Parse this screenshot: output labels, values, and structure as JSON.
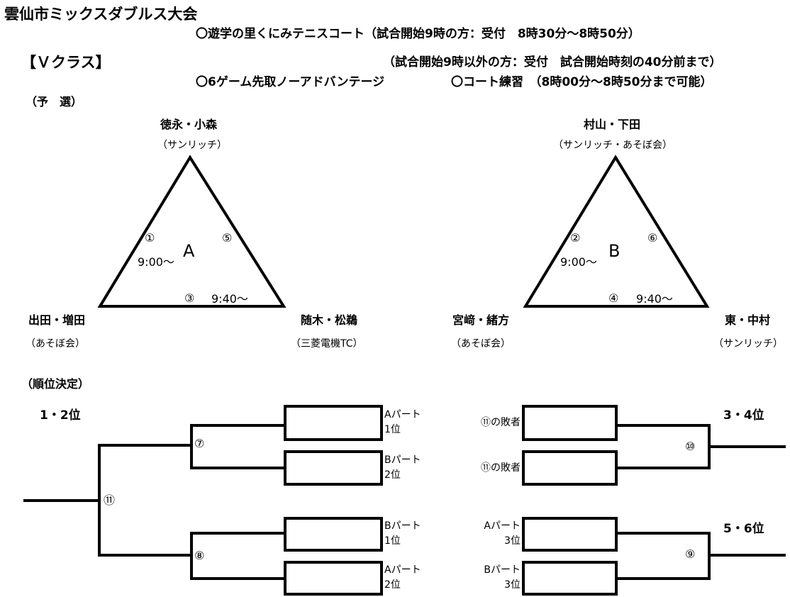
{
  "title": "雲仙市ミックスダブルス大会",
  "info": {
    "venue": "〇遊学の里くにみテニスコート（試合開始9時の方：受付　8時30分～8時50分）",
    "other": "（試合開始9時以外の方：受付　試合開始時刻の40分前まで）",
    "rule": "〇6ゲーム先取ノーアドバンテージ",
    "practice": "〇コート練習　（8時00分～8時50分まで可能）"
  },
  "class_label": "【Ｖクラス】",
  "prelim_label": "（予　選）",
  "groups": [
    {
      "name": "A",
      "top": {
        "name": "徳永・小森",
        "club": "（サンリッチ）"
      },
      "left": {
        "name": "出田・増田",
        "club": "（あそぼ会）"
      },
      "right": {
        "name": "随木・松鵜",
        "club": "（三菱電機TC）"
      },
      "match_left": "①",
      "match_right": "⑤",
      "match_bottom": "③",
      "time_left": "9:00～",
      "time_bottom": "9:40～"
    },
    {
      "name": "B",
      "top": {
        "name": "村山・下田",
        "club": "（サンリッチ・あそぼ会）"
      },
      "left": {
        "name": "宮﨑・緒方",
        "club": "（あそぼ会）"
      },
      "right": {
        "name": "東・中村",
        "club": "（サンリッチ）"
      },
      "match_left": "②",
      "match_right": "⑥",
      "match_bottom": "④",
      "time_left": "9:00～",
      "time_bottom": "9:40～"
    }
  ],
  "ranking_label": "（順位決定）",
  "bracket": {
    "final_label": "1・2位",
    "third_label": "3・4位",
    "fifth_label": "5・6位",
    "m7": "⑦",
    "m8": "⑧",
    "m11": "⑪",
    "m10": "⑩",
    "m9": "⑨",
    "left_slots": [
      {
        "l1": "Aパート",
        "l2": "1位"
      },
      {
        "l1": "Bパート",
        "l2": "2位"
      },
      {
        "l1": "Bパート",
        "l2": "1位"
      },
      {
        "l1": "Aパート",
        "l2": "2位"
      }
    ],
    "right_slots": [
      {
        "l1": "⑪の敗者",
        "l2": ""
      },
      {
        "l1": "⑪の敗者",
        "l2": ""
      },
      {
        "l1": "Aパート",
        "l2": "3位"
      },
      {
        "l1": "Bパート",
        "l2": "3位"
      }
    ]
  }
}
